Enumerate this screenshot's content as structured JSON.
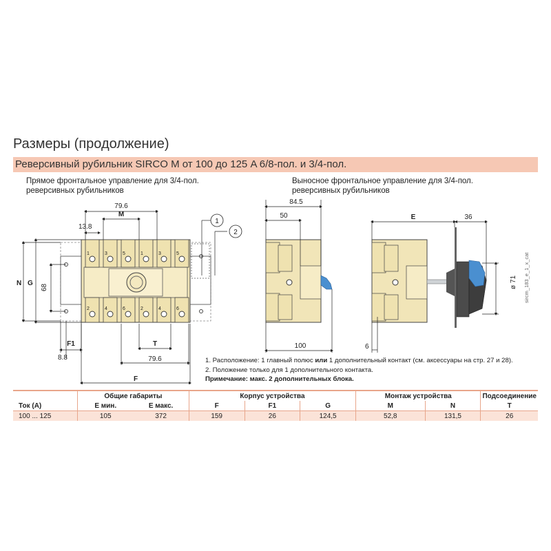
{
  "title": "Размеры (продолжение)",
  "subtitle": "Реверсивный рубильник SIRCO M от 100 до 125 A 6/8-пол. и 3/4-пол.",
  "colors": {
    "subtitle_bar": "#f6c8b4",
    "table_accent": "#e8a58a",
    "housing": "#f1e5b8",
    "knob": "#4a8fd0"
  },
  "left_caption": [
    "Прямое фронтальное управление для 3/4-пол.",
    "реверсивных рубильников"
  ],
  "right_caption": [
    "Выносное фронтальное управление для 3/4-пол.",
    "реверсивных рубильников"
  ],
  "dims": {
    "d79_6_top": "79.6",
    "m": "M",
    "d13_8": "13.8",
    "n": "N",
    "g": "G",
    "d68": "68",
    "f1": "F1",
    "d8_8": "8.8",
    "t": "T",
    "d79_6_bottom": "79.6",
    "f": "F",
    "callout1": "1",
    "callout2": "2",
    "d84_5": "84.5",
    "d50": "50",
    "d100": "100",
    "e": "E",
    "d36": "36",
    "d6": "6",
    "d71": "ø 71",
    "pole_nums_top": [
      "1",
      "3",
      "5",
      "1",
      "3",
      "5"
    ],
    "pole_nums_bottom": [
      "2",
      "4",
      "6",
      "2",
      "4",
      "6"
    ]
  },
  "notes": {
    "n1_a": "1. Расположение: 1 главный полюс ",
    "n1_b": "или",
    "n1_c": " 1 дополнительный контакт (см. аксессуары на стр. 27 и 28).",
    "n2": "2. Положение только для 1 дополнительного контакта.",
    "n3_label": "Примечание:",
    "n3_text": " макс. 2 дополнительных блока."
  },
  "side_code": "sircm_183_e_1_x_cat",
  "table": {
    "group_headers": [
      "Общие габариты",
      "Корпус устройства",
      "Монтаж устройства",
      "Подсоединение"
    ],
    "col_headers": [
      "Ток (A)",
      "E мин.",
      "E макс.",
      "F",
      "F1",
      "G",
      "M",
      "N",
      "T"
    ],
    "row": [
      "100 ... 125",
      "105",
      "372",
      "159",
      "26",
      "124,5",
      "52,8",
      "131,5",
      "26"
    ]
  }
}
